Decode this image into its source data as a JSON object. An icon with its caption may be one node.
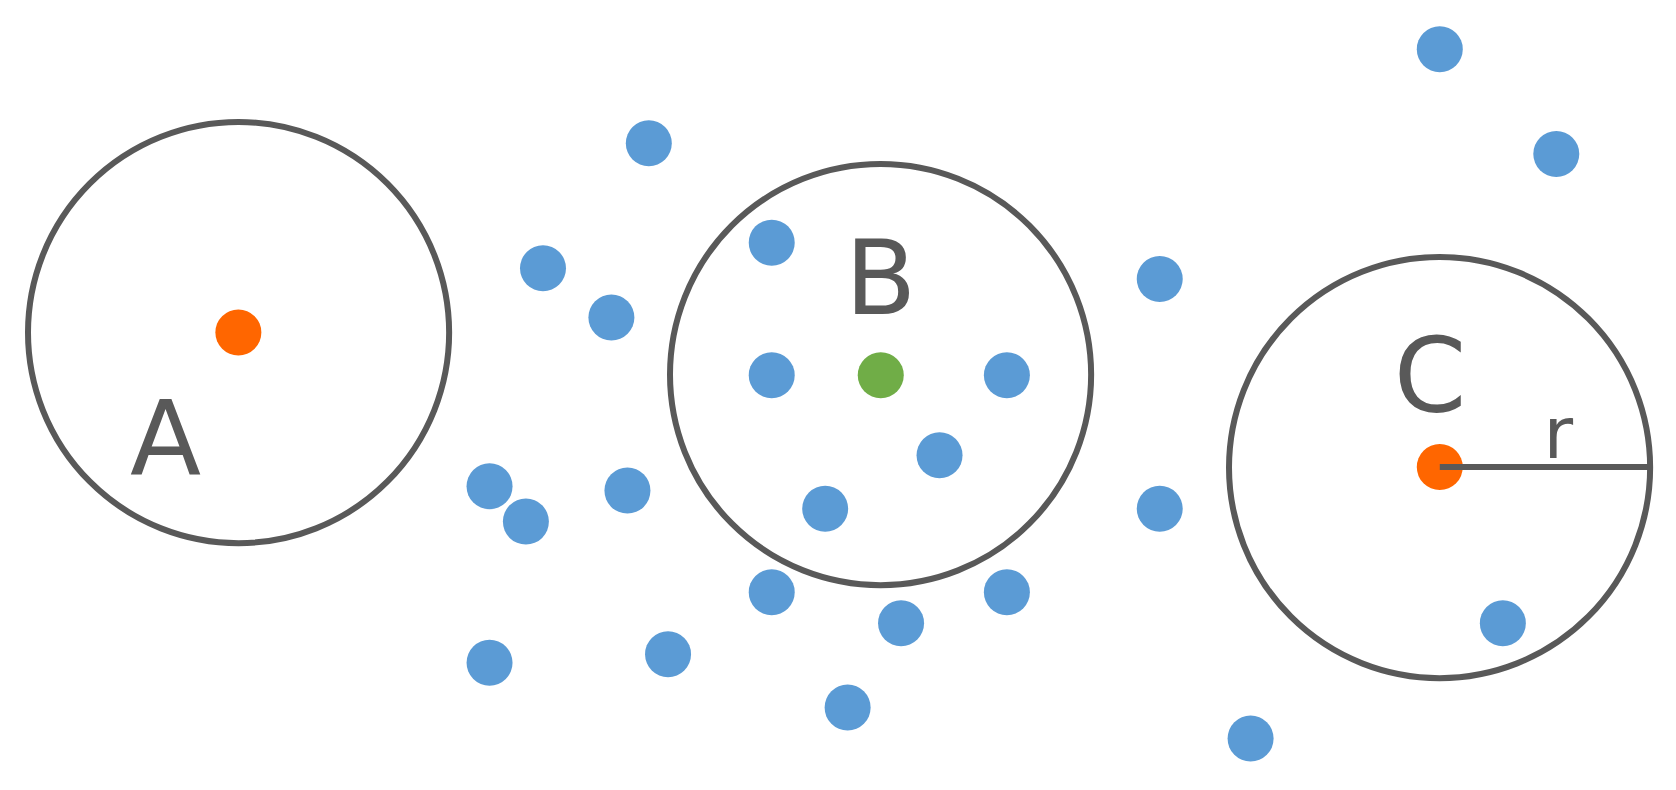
{
  "diagram": {
    "nodes": [
      {
        "text": [
          "A"
        ]
      },
      {
        "text": [
          "B"
        ]
      },
      {
        "text": [
          "C"
        ]
      }
    ],
    "labels": [
      "r"
    ]
  }
}
